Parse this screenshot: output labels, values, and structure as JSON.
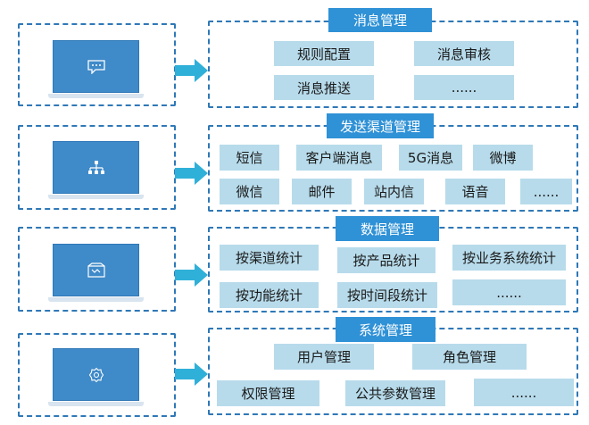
{
  "sections": [
    {
      "title": "消息管理",
      "icon": "chat-bubble-icon",
      "items": [
        "规则配置",
        "消息审核",
        "消息推送",
        "......"
      ]
    },
    {
      "title": "发送渠道管理",
      "icon": "network-hierarchy-icon",
      "items": [
        "短信",
        "客户端消息",
        "5G消息",
        "微博",
        "微信",
        "邮件",
        "站内信",
        "语音",
        "......"
      ]
    },
    {
      "title": "数据管理",
      "icon": "data-package-icon",
      "items": [
        "按渠道统计",
        "按产品统计",
        "按业务系统统计",
        "按功能统计",
        "按时间段统计",
        "......"
      ]
    },
    {
      "title": "系统管理",
      "icon": "gear-icon",
      "items": [
        "用户管理",
        "角色管理",
        "权限管理",
        "公共参数管理",
        "......"
      ]
    }
  ],
  "colors": {
    "dash_border": "#2f78b7",
    "title_bg": "#2f91d6",
    "item_bg": "#b7dbeb",
    "arrow": "#2fb0d8",
    "monitor": "#3f8ac9"
  }
}
